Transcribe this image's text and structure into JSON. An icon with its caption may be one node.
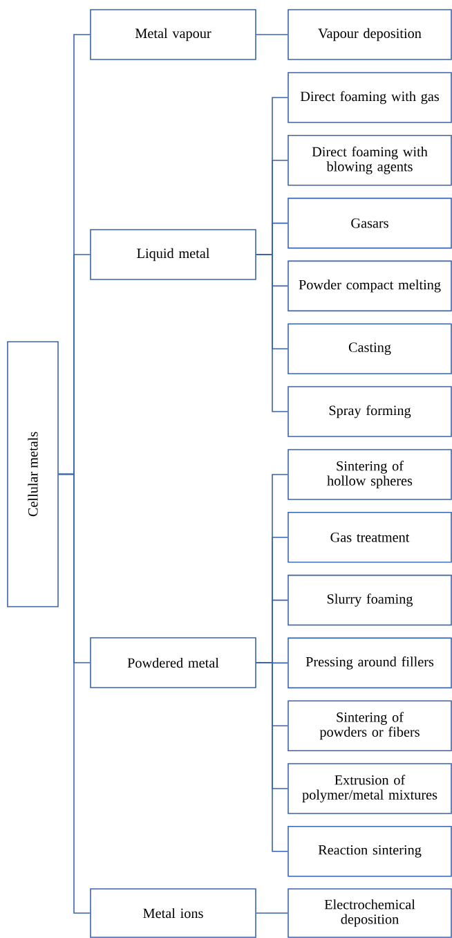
{
  "diagram": {
    "nodes": [
      {
        "text": [
          "Cellular metals"
        ]
      },
      {
        "text": [
          "Metal vapour"
        ]
      },
      {
        "text": [
          "Vapour deposition"
        ]
      },
      {
        "text": [
          "Liquid metal"
        ]
      },
      {
        "text": [
          "Direct foaming with gas"
        ]
      },
      {
        "text": [
          "Direct foaming with blowing agents"
        ]
      },
      {
        "text": [
          "Gasars"
        ]
      },
      {
        "text": [
          "Powder compact melting"
        ]
      },
      {
        "text": [
          "Casting"
        ]
      },
      {
        "text": [
          "Spray forming"
        ]
      },
      {
        "text": [
          "Powdered metal"
        ]
      },
      {
        "text": [
          "Sintering of hollow spheres"
        ]
      },
      {
        "text": [
          "Gas treatment"
        ]
      },
      {
        "text": [
          "Slurry foaming"
        ]
      },
      {
        "text": [
          "Pressing around fillers"
        ]
      },
      {
        "text": [
          "Sintering of powders or fibers"
        ]
      },
      {
        "text": [
          "Extrusion of polymer/metal mixtures"
        ]
      },
      {
        "text": [
          "Reaction sintering"
        ]
      },
      {
        "text": [
          "Metal ions"
        ]
      },
      {
        "text": [
          "Electrochemical deposition"
        ]
      }
    ],
    "edges": [
      {
        "from": 0,
        "to": 1,
        "arrow": "none"
      },
      {
        "from": 0,
        "to": 3,
        "arrow": "none"
      },
      {
        "from": 0,
        "to": 10,
        "arrow": "none"
      },
      {
        "from": 0,
        "to": 18,
        "arrow": "none"
      },
      {
        "from": 1,
        "to": 2,
        "arrow": "none"
      },
      {
        "from": 3,
        "to": 4,
        "arrow": "none"
      },
      {
        "from": 3,
        "to": 5,
        "arrow": "none"
      },
      {
        "from": 3,
        "to": 6,
        "arrow": "none"
      },
      {
        "from": 3,
        "to": 7,
        "arrow": "none"
      },
      {
        "from": 3,
        "to": 8,
        "arrow": "none"
      },
      {
        "from": 3,
        "to": 9,
        "arrow": "none"
      },
      {
        "from": 10,
        "to": 11,
        "arrow": "none"
      },
      {
        "from": 10,
        "to": 12,
        "arrow": "none"
      },
      {
        "from": 10,
        "to": 13,
        "arrow": "none"
      },
      {
        "from": 10,
        "to": 14,
        "arrow": "none"
      },
      {
        "from": 10,
        "to": 15,
        "arrow": "none"
      },
      {
        "from": 10,
        "to": 16,
        "arrow": "none"
      },
      {
        "from": 10,
        "to": 17,
        "arrow": "none"
      },
      {
        "from": 18,
        "to": 19,
        "arrow": "none"
      }
    ]
  }
}
